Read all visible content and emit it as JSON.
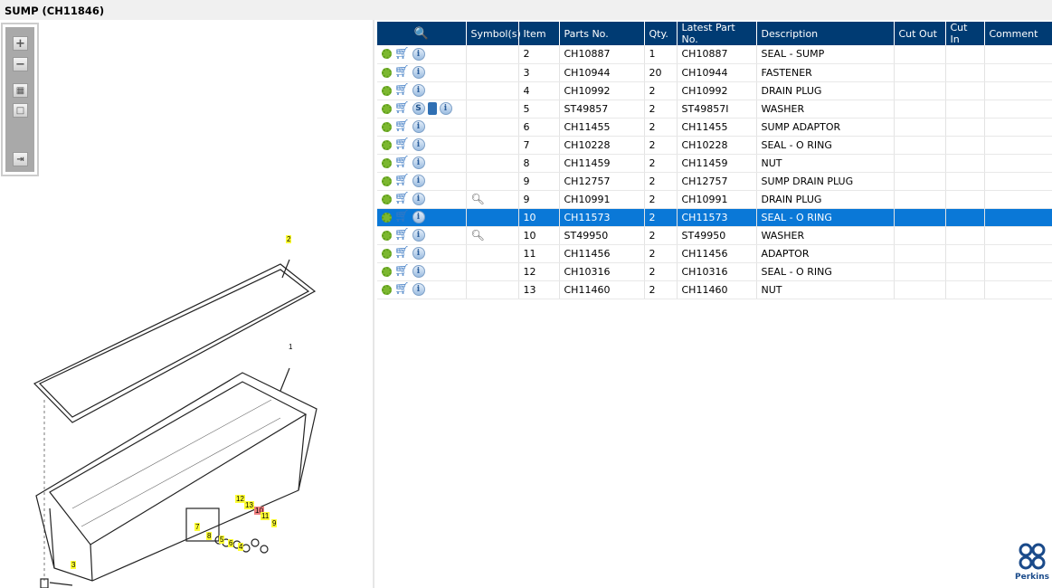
{
  "title": "SUMP (CH11846)",
  "toolbar": {
    "zoom_in": "+",
    "zoom_out": "−",
    "fit": "fit-icon",
    "actual": "actual-size-icon",
    "toggle": "toggle-list-icon"
  },
  "callouts": [
    {
      "label": "2"
    },
    {
      "label": "1"
    },
    {
      "label": "3"
    },
    {
      "label": "7"
    },
    {
      "label": "8"
    },
    {
      "label": "5"
    },
    {
      "label": "6"
    },
    {
      "label": "4"
    },
    {
      "label": "12"
    },
    {
      "label": "13"
    },
    {
      "label": "10",
      "highlight": true
    },
    {
      "label": "11"
    },
    {
      "label": "9"
    }
  ],
  "table": {
    "columns": [
      "",
      "Symbol(s)",
      "Item",
      "Parts No.",
      "Qty.",
      "Latest Part No.",
      "Description",
      "Cut Out",
      "Cut In",
      "Comment"
    ],
    "rows": [
      {
        "item": "2",
        "part": "CH10887",
        "qty": "1",
        "latest": "CH10887",
        "desc": "SEAL - SUMP"
      },
      {
        "item": "3",
        "part": "CH10944",
        "qty": "20",
        "latest": "CH10944",
        "desc": "FASTENER"
      },
      {
        "item": "4",
        "part": "CH10992",
        "qty": "2",
        "latest": "CH10992",
        "desc": "DRAIN PLUG"
      },
      {
        "item": "5",
        "part": "ST49857",
        "qty": "2",
        "latest": "ST49857I",
        "desc": "WASHER",
        "extra": true
      },
      {
        "item": "6",
        "part": "CH11455",
        "qty": "2",
        "latest": "CH11455",
        "desc": "SUMP ADAPTOR"
      },
      {
        "item": "7",
        "part": "CH10228",
        "qty": "2",
        "latest": "CH10228",
        "desc": "SEAL - O RING"
      },
      {
        "item": "8",
        "part": "CH11459",
        "qty": "2",
        "latest": "CH11459",
        "desc": "NUT"
      },
      {
        "item": "9",
        "part": "CH12757",
        "qty": "2",
        "latest": "CH12757",
        "desc": "SUMP DRAIN PLUG"
      },
      {
        "item": "9",
        "part": "CH10991",
        "qty": "2",
        "latest": "CH10991",
        "desc": "DRAIN PLUG",
        "symbol": true
      },
      {
        "item": "10",
        "part": "CH11573",
        "qty": "2",
        "latest": "CH11573",
        "desc": "SEAL - O RING",
        "selected": true
      },
      {
        "item": "10",
        "part": "ST49950",
        "qty": "2",
        "latest": "ST49950",
        "desc": "WASHER",
        "symbol": true
      },
      {
        "item": "11",
        "part": "CH11456",
        "qty": "2",
        "latest": "CH11456",
        "desc": "ADAPTOR"
      },
      {
        "item": "12",
        "part": "CH10316",
        "qty": "2",
        "latest": "CH10316",
        "desc": "SEAL - O RING"
      },
      {
        "item": "13",
        "part": "CH11460",
        "qty": "2",
        "latest": "CH11460",
        "desc": "NUT"
      }
    ]
  },
  "logo": {
    "text": "Perkins"
  }
}
